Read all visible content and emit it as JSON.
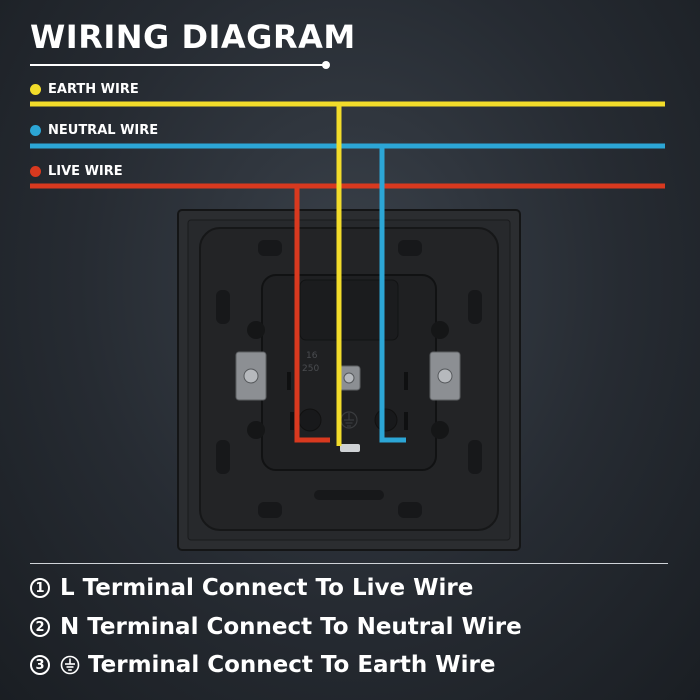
{
  "title": "WIRING DIAGRAM",
  "legend": [
    {
      "label": "EARTH WIRE",
      "color": "#f2dc2a"
    },
    {
      "label": "NEUTRAL WIRE",
      "color": "#2ca6d6"
    },
    {
      "label": "LIVE WIRE",
      "color": "#d8391f"
    }
  ],
  "socket_marking": {
    "line1": "16",
    "line2": "250"
  },
  "instructions": [
    {
      "number": "1",
      "text": "L Terminal Connect To Live Wire"
    },
    {
      "number": "2",
      "text": "N Terminal Connect To Neutral Wire"
    },
    {
      "number": "3",
      "text": "Terminal Connect To Earth Wire",
      "icon": "earth-ground-icon"
    }
  ]
}
